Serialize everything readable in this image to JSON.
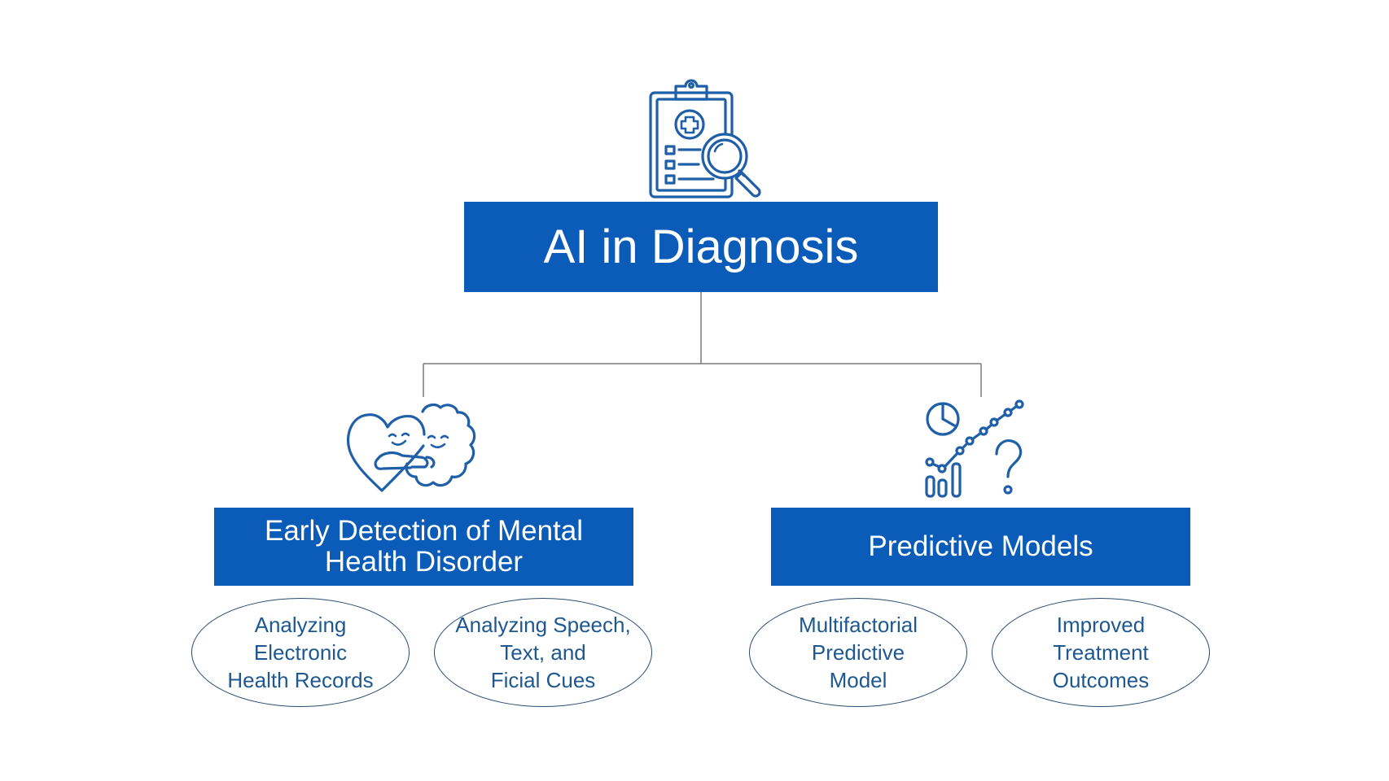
{
  "root": {
    "title": "AI in Diagnosis",
    "icon": "clipboard-magnifier-icon"
  },
  "branches": [
    {
      "title": "Early Detection of Mental\nHealth Disorder",
      "icon": "heart-brain-hug-icon",
      "leaves": [
        "Analyzing\nElectronic\nHealth Records",
        "Analyzing Speech,\nText, and\nFicial Cues"
      ]
    },
    {
      "title": "Predictive Models",
      "icon": "chart-question-icon",
      "leaves": [
        "Multifactorial\nPredictive\nModel",
        "Improved\nTreatment\nOutcomes"
      ]
    }
  ],
  "colors": {
    "box_fill": "#0a5cb8",
    "box_text": "#ffffff",
    "leaf_border": "#294c72",
    "leaf_text": "#1e5891",
    "icon_stroke": "#1f5fa8",
    "connector": "#7a7a7a"
  }
}
